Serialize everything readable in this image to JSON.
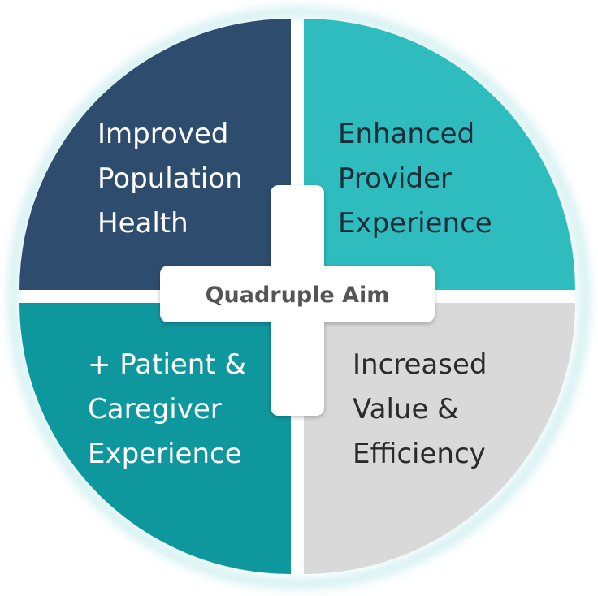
{
  "diagram": {
    "center_label": "Quadruple Aim",
    "quadrants": [
      {
        "id": "top-left",
        "lines": [
          "Improved",
          "Population",
          "Health"
        ],
        "fill": "#2e4d6e",
        "text_color": "#ffffff"
      },
      {
        "id": "top-right",
        "lines": [
          "Enhanced",
          "Provider",
          "Experience"
        ],
        "fill": "#2ebcbf",
        "text_color": "#1f2b36"
      },
      {
        "id": "bottom-left",
        "lines": [
          "+ Patient &",
          "Caregiver",
          "Experience"
        ],
        "fill": "#0f979e",
        "text_color": "#ffffff"
      },
      {
        "id": "bottom-right",
        "lines": [
          "Increased",
          "Value &",
          "Efficiency"
        ],
        "fill": "#d9d9d9",
        "text_color": "#2b2b2b"
      }
    ],
    "center_text_color": "#555555",
    "cross_color": "#ffffff",
    "glow_color": "#cfeff1"
  }
}
